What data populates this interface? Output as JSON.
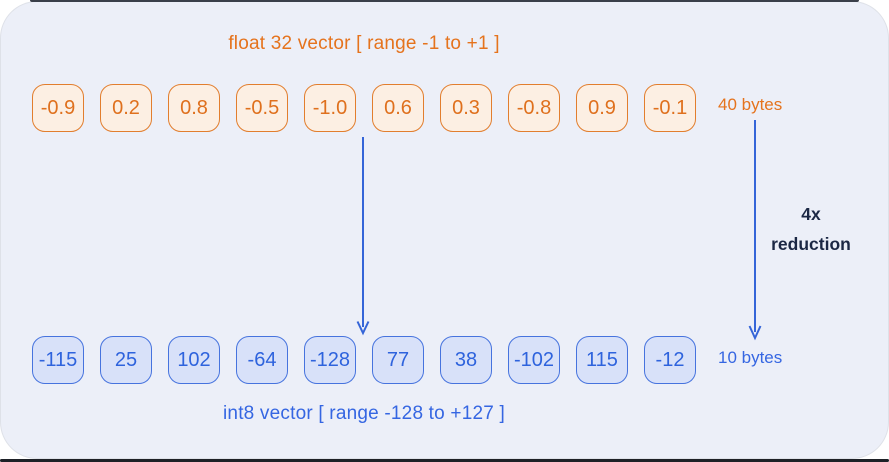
{
  "diagram": {
    "float_vector": {
      "title": "float 32 vector [ range -1 to +1 ]",
      "values": [
        "-0.9",
        "0.2",
        "0.8",
        "-0.5",
        "-1.0",
        "0.6",
        "0.3",
        "-0.8",
        "0.9",
        "-0.1"
      ],
      "size_label": "40 bytes"
    },
    "int_vector": {
      "title": "int8 vector [ range -128 to +127 ]",
      "values": [
        "-115",
        "25",
        "102",
        "-64",
        "-128",
        "77",
        "38",
        "-102",
        "115",
        "-12"
      ],
      "size_label": "10 bytes"
    },
    "reduction": {
      "line1": "4x",
      "line2": "reduction"
    },
    "colors": {
      "panel_bg": "#ECEFF8",
      "orange_text": "#DF701D",
      "orange_border": "#E27E2E",
      "orange_fill": "#FCEFE3",
      "blue_text": "#2E63DD",
      "blue_border": "#4673DE",
      "blue_fill": "#D8E1F9",
      "arrow_blue": "#3565D8",
      "dark_text": "#1B2744"
    }
  }
}
